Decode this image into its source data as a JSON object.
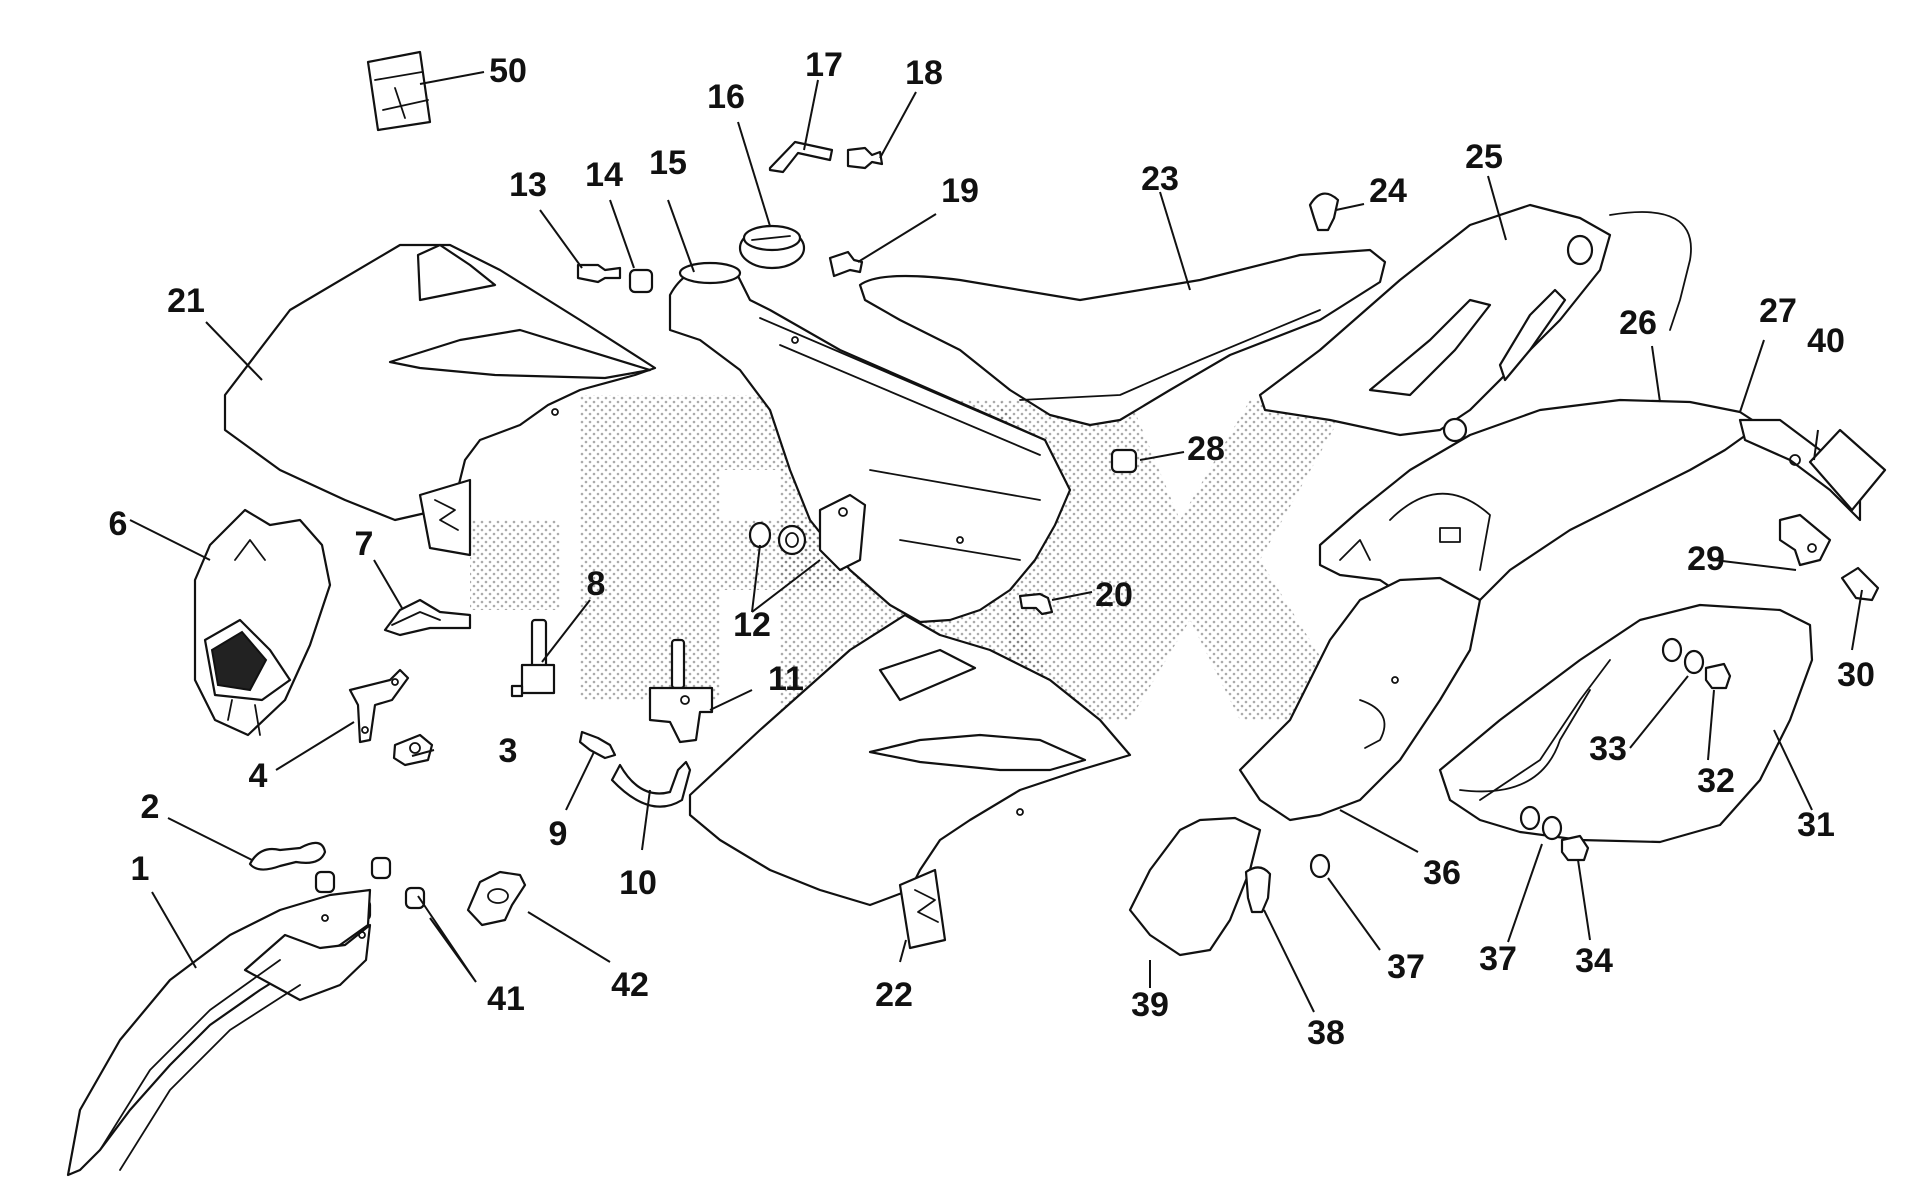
{
  "diagram": {
    "callouts": [
      {
        "id": "c1",
        "label": "1"
      },
      {
        "id": "c2",
        "label": "2"
      },
      {
        "id": "c3",
        "label": "3"
      },
      {
        "id": "c4",
        "label": "4"
      },
      {
        "id": "c6",
        "label": "6"
      },
      {
        "id": "c7",
        "label": "7"
      },
      {
        "id": "c8",
        "label": "8"
      },
      {
        "id": "c9",
        "label": "9"
      },
      {
        "id": "c10",
        "label": "10"
      },
      {
        "id": "c11",
        "label": "11"
      },
      {
        "id": "c12",
        "label": "12"
      },
      {
        "id": "c13",
        "label": "13"
      },
      {
        "id": "c14",
        "label": "14"
      },
      {
        "id": "c15",
        "label": "15"
      },
      {
        "id": "c16",
        "label": "16"
      },
      {
        "id": "c17",
        "label": "17"
      },
      {
        "id": "c18",
        "label": "18"
      },
      {
        "id": "c19",
        "label": "19"
      },
      {
        "id": "c20",
        "label": "20"
      },
      {
        "id": "c21",
        "label": "21"
      },
      {
        "id": "c22",
        "label": "22"
      },
      {
        "id": "c23",
        "label": "23"
      },
      {
        "id": "c24",
        "label": "24"
      },
      {
        "id": "c25",
        "label": "25"
      },
      {
        "id": "c26",
        "label": "26"
      },
      {
        "id": "c27",
        "label": "27"
      },
      {
        "id": "c28",
        "label": "28"
      },
      {
        "id": "c29",
        "label": "29"
      },
      {
        "id": "c30",
        "label": "30"
      },
      {
        "id": "c31",
        "label": "31"
      },
      {
        "id": "c32",
        "label": "32"
      },
      {
        "id": "c33",
        "label": "33"
      },
      {
        "id": "c34",
        "label": "34"
      },
      {
        "id": "c36",
        "label": "36"
      },
      {
        "id": "c37a",
        "label": "37"
      },
      {
        "id": "c37b",
        "label": "37"
      },
      {
        "id": "c38",
        "label": "38"
      },
      {
        "id": "c39",
        "label": "39"
      },
      {
        "id": "c40",
        "label": "40"
      },
      {
        "id": "c41",
        "label": "41"
      },
      {
        "id": "c42",
        "label": "42"
      },
      {
        "id": "c50",
        "label": "50"
      }
    ]
  }
}
